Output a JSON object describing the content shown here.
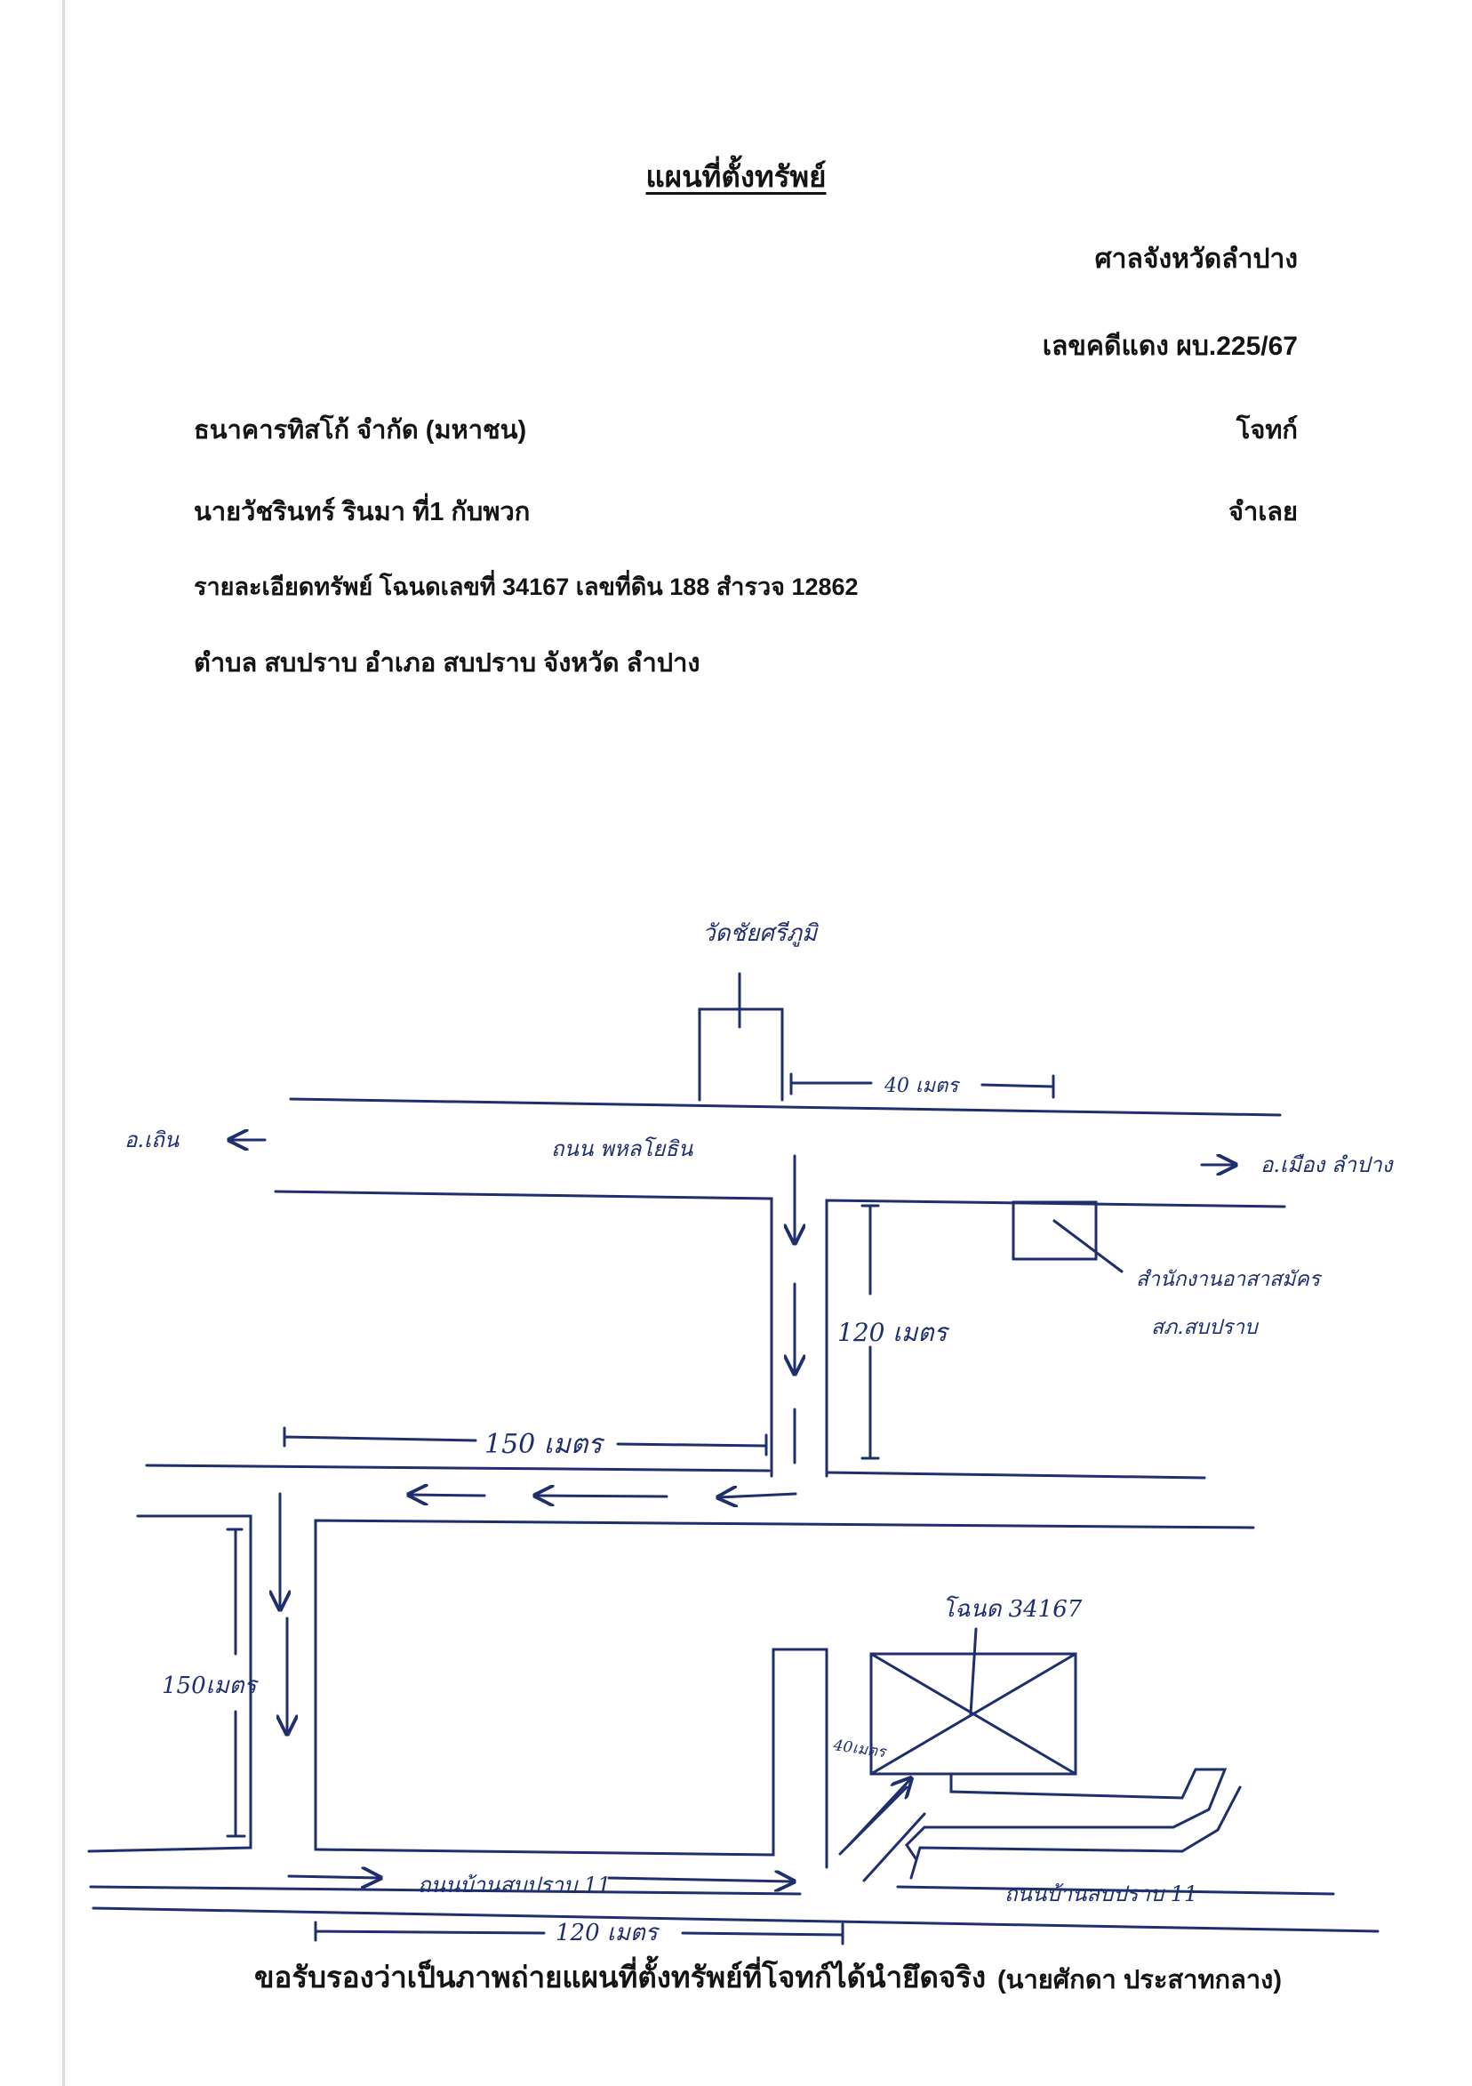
{
  "header": {
    "title": "แผนที่ตั้งทรัพย์",
    "court": "ศาลจังหวัดลำปาง",
    "case_number": "เลขคดีแดง ผบ.225/67"
  },
  "parties": {
    "plaintiff_name": "ธนาคารทิสโก้ จำกัด (มหาชน)",
    "plaintiff_role": "โจทก์",
    "defendant_name": "นายวัชรินทร์ รินมา ที่1 กับพวก",
    "defendant_role": "จำเลย"
  },
  "property": {
    "detail": "รายละเอียดทรัพย์ โฉนดเลขที่ 34167 เลขที่ดิน 188 สำรวจ 12862",
    "location": "ตำบล สบปราบ อำเภอ สบปราบ จังหวัด ลำปาง"
  },
  "map": {
    "temple": "วัดชัยศรีภูมิ",
    "dist_temple": "40 เมตร",
    "dir_left": "อ.เถิน",
    "dir_right": "อ.เมือง ลำปาง",
    "main_road": "ถนน พหลโยธิน",
    "landmark": "สำนักงานอาสาสมัคร",
    "landmark_2": "สภ.สบปราบ",
    "dist_120_vertical": "120 เมตร",
    "dist_150_horizontal": "150 เมตร",
    "dist_150_vertical": "150เมตร",
    "plot_label": "โฉนด 34167",
    "dist_40_small": "40เมตร",
    "soi_left": "ถนนบ้านสบปราบ 11",
    "soi_right": "ถนนบ้านสบปราบ 11",
    "dist_120_bottom": "120 เมตร"
  },
  "footer": {
    "certify": "ขอรับรองว่าเป็นภาพถ่ายแผนที่ตั้งทรัพย์ที่โจทก์ได้นำยึดจริง",
    "certifier": "(นายศักดา ประสาทกลาง)"
  },
  "colors": {
    "ink": "#1f2f6e",
    "text": "#141414"
  }
}
